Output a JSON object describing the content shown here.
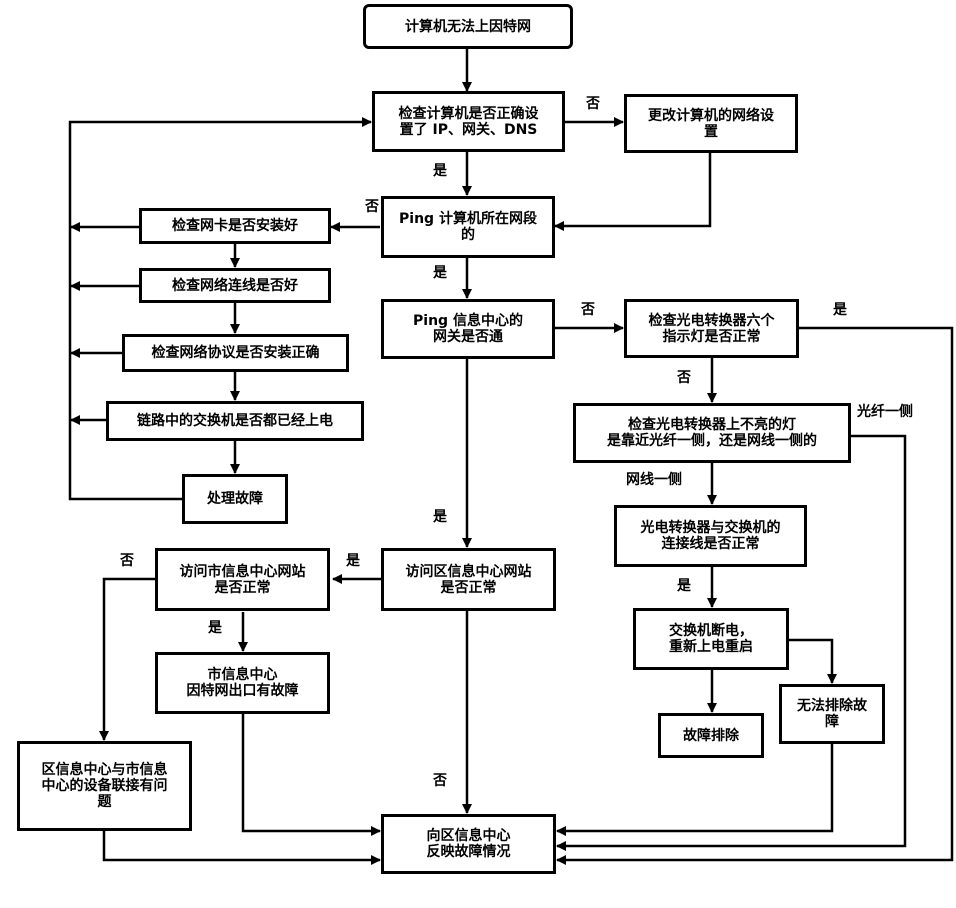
{
  "nodes": {
    "start": "计算机无法上因特网",
    "check_ip": "检查计算机是否正确设\n置了 IP、网关、DNS",
    "change_settings": "更改计算机的网络设\n置",
    "ping_segment": "Ping 计算机所在网段\n的",
    "check_nic": "检查网卡是否安装好",
    "check_cable": "检查网络连线是否好",
    "check_protocol": "检查网络协议是否安装正确",
    "check_switch_power": "链路中的交换机是否都已经上电",
    "handle_fault": "处理故障",
    "ping_gateway": "Ping 信息中心的\n网关是否通",
    "check_converter_lights": "检查光电转换器六个\n指示灯是否正常",
    "check_unlit_side": "检查光电转换器上不亮的灯\n是靠近光纤一侧，还是网线一侧的",
    "check_converter_cable": "光电转换器与交换机的\n连接线是否正常",
    "switch_restart": "交换机断电，\n重新上电重启",
    "fault_cleared": "故障排除",
    "cannot_clear": "无法排除故\n障",
    "visit_district": "访问区信息中心网站\n是否正常",
    "visit_city": "访问市信息中心网站\n是否正常",
    "city_exit_fault": "市信息中心\n因特网出口有故障",
    "link_problem": "区信息中心与市信息\n中心的设备联接有问\n题",
    "report": "向区信息中心\n反映故障情况"
  },
  "edge_labels": {
    "ip_no": "否",
    "ip_yes": "是",
    "segment_no": "否",
    "segment_yes": "是",
    "gateway_no": "否",
    "gateway_yes": "是",
    "lights_yes": "是",
    "lights_no": "否",
    "fiber_side": "光纤一侧",
    "cable_side": "网线一侧",
    "converter_cable_yes": "是",
    "district_yes": "是",
    "district_no": "否",
    "city_no": "否",
    "city_yes": "是"
  }
}
